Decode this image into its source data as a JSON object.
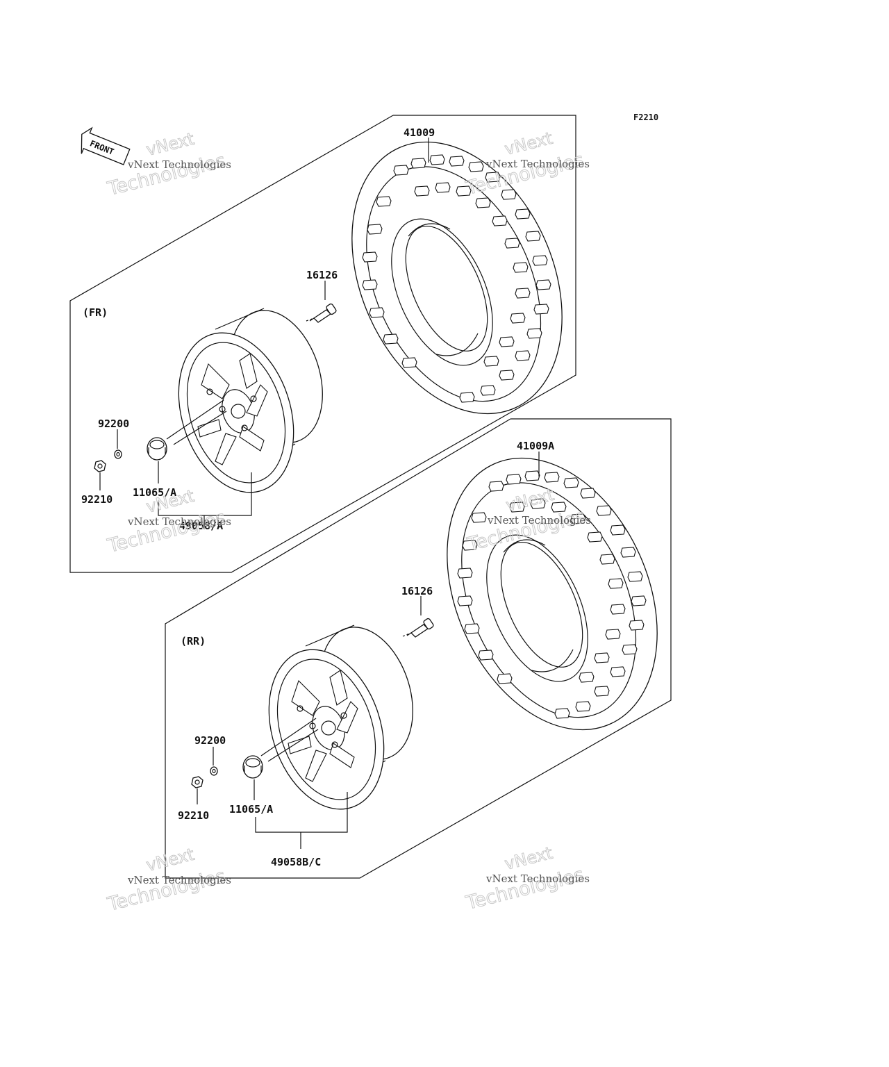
{
  "diagram_code": "F2210",
  "front_arrow": {
    "text": "FRONT",
    "icon": "front-direction-arrow-icon"
  },
  "panels": {
    "front": {
      "section_label": "(FR)",
      "parts": {
        "tire": "41009",
        "valve": "16126",
        "washer": "92200",
        "nut": "92210",
        "cap": "11065/A",
        "wheel": "49058/A"
      }
    },
    "rear": {
      "section_label": "(RR)",
      "parts": {
        "tire": "41009A",
        "valve": "16126",
        "washer": "92200",
        "nut": "92210",
        "cap": "11065/A",
        "wheel": "49058B/C"
      }
    }
  },
  "watermark": {
    "line_small": "vNext Technologies",
    "line_big": "Technologies",
    "line_top": "vNext"
  }
}
